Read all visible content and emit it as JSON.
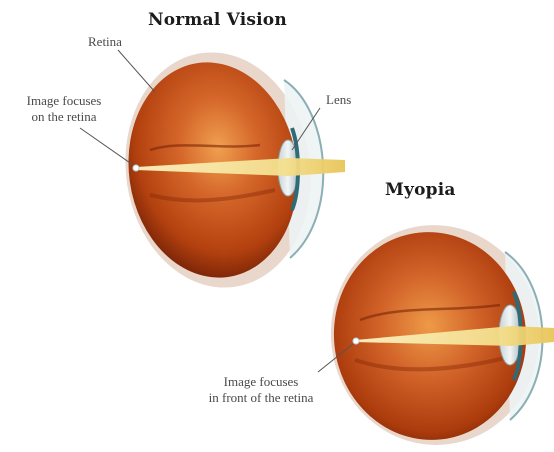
{
  "normal": {
    "title": "Normal Vision",
    "retina_label": "Retina",
    "lens_label": "Lens",
    "focus_label_line1": "Image focuses",
    "focus_label_line2": "on the retina"
  },
  "myopia": {
    "title": "Myopia",
    "focus_label_line1": "Image focuses",
    "focus_label_line2": "in front of the retina"
  },
  "colors": {
    "eyeball_dark": "#8a2a08",
    "eyeball_mid": "#c9561c",
    "eyeball_light": "#e88a3c",
    "light_ray": "#f3e19a",
    "lens": "#dfe6e8",
    "cornea_edge": "#7fa6b0"
  }
}
